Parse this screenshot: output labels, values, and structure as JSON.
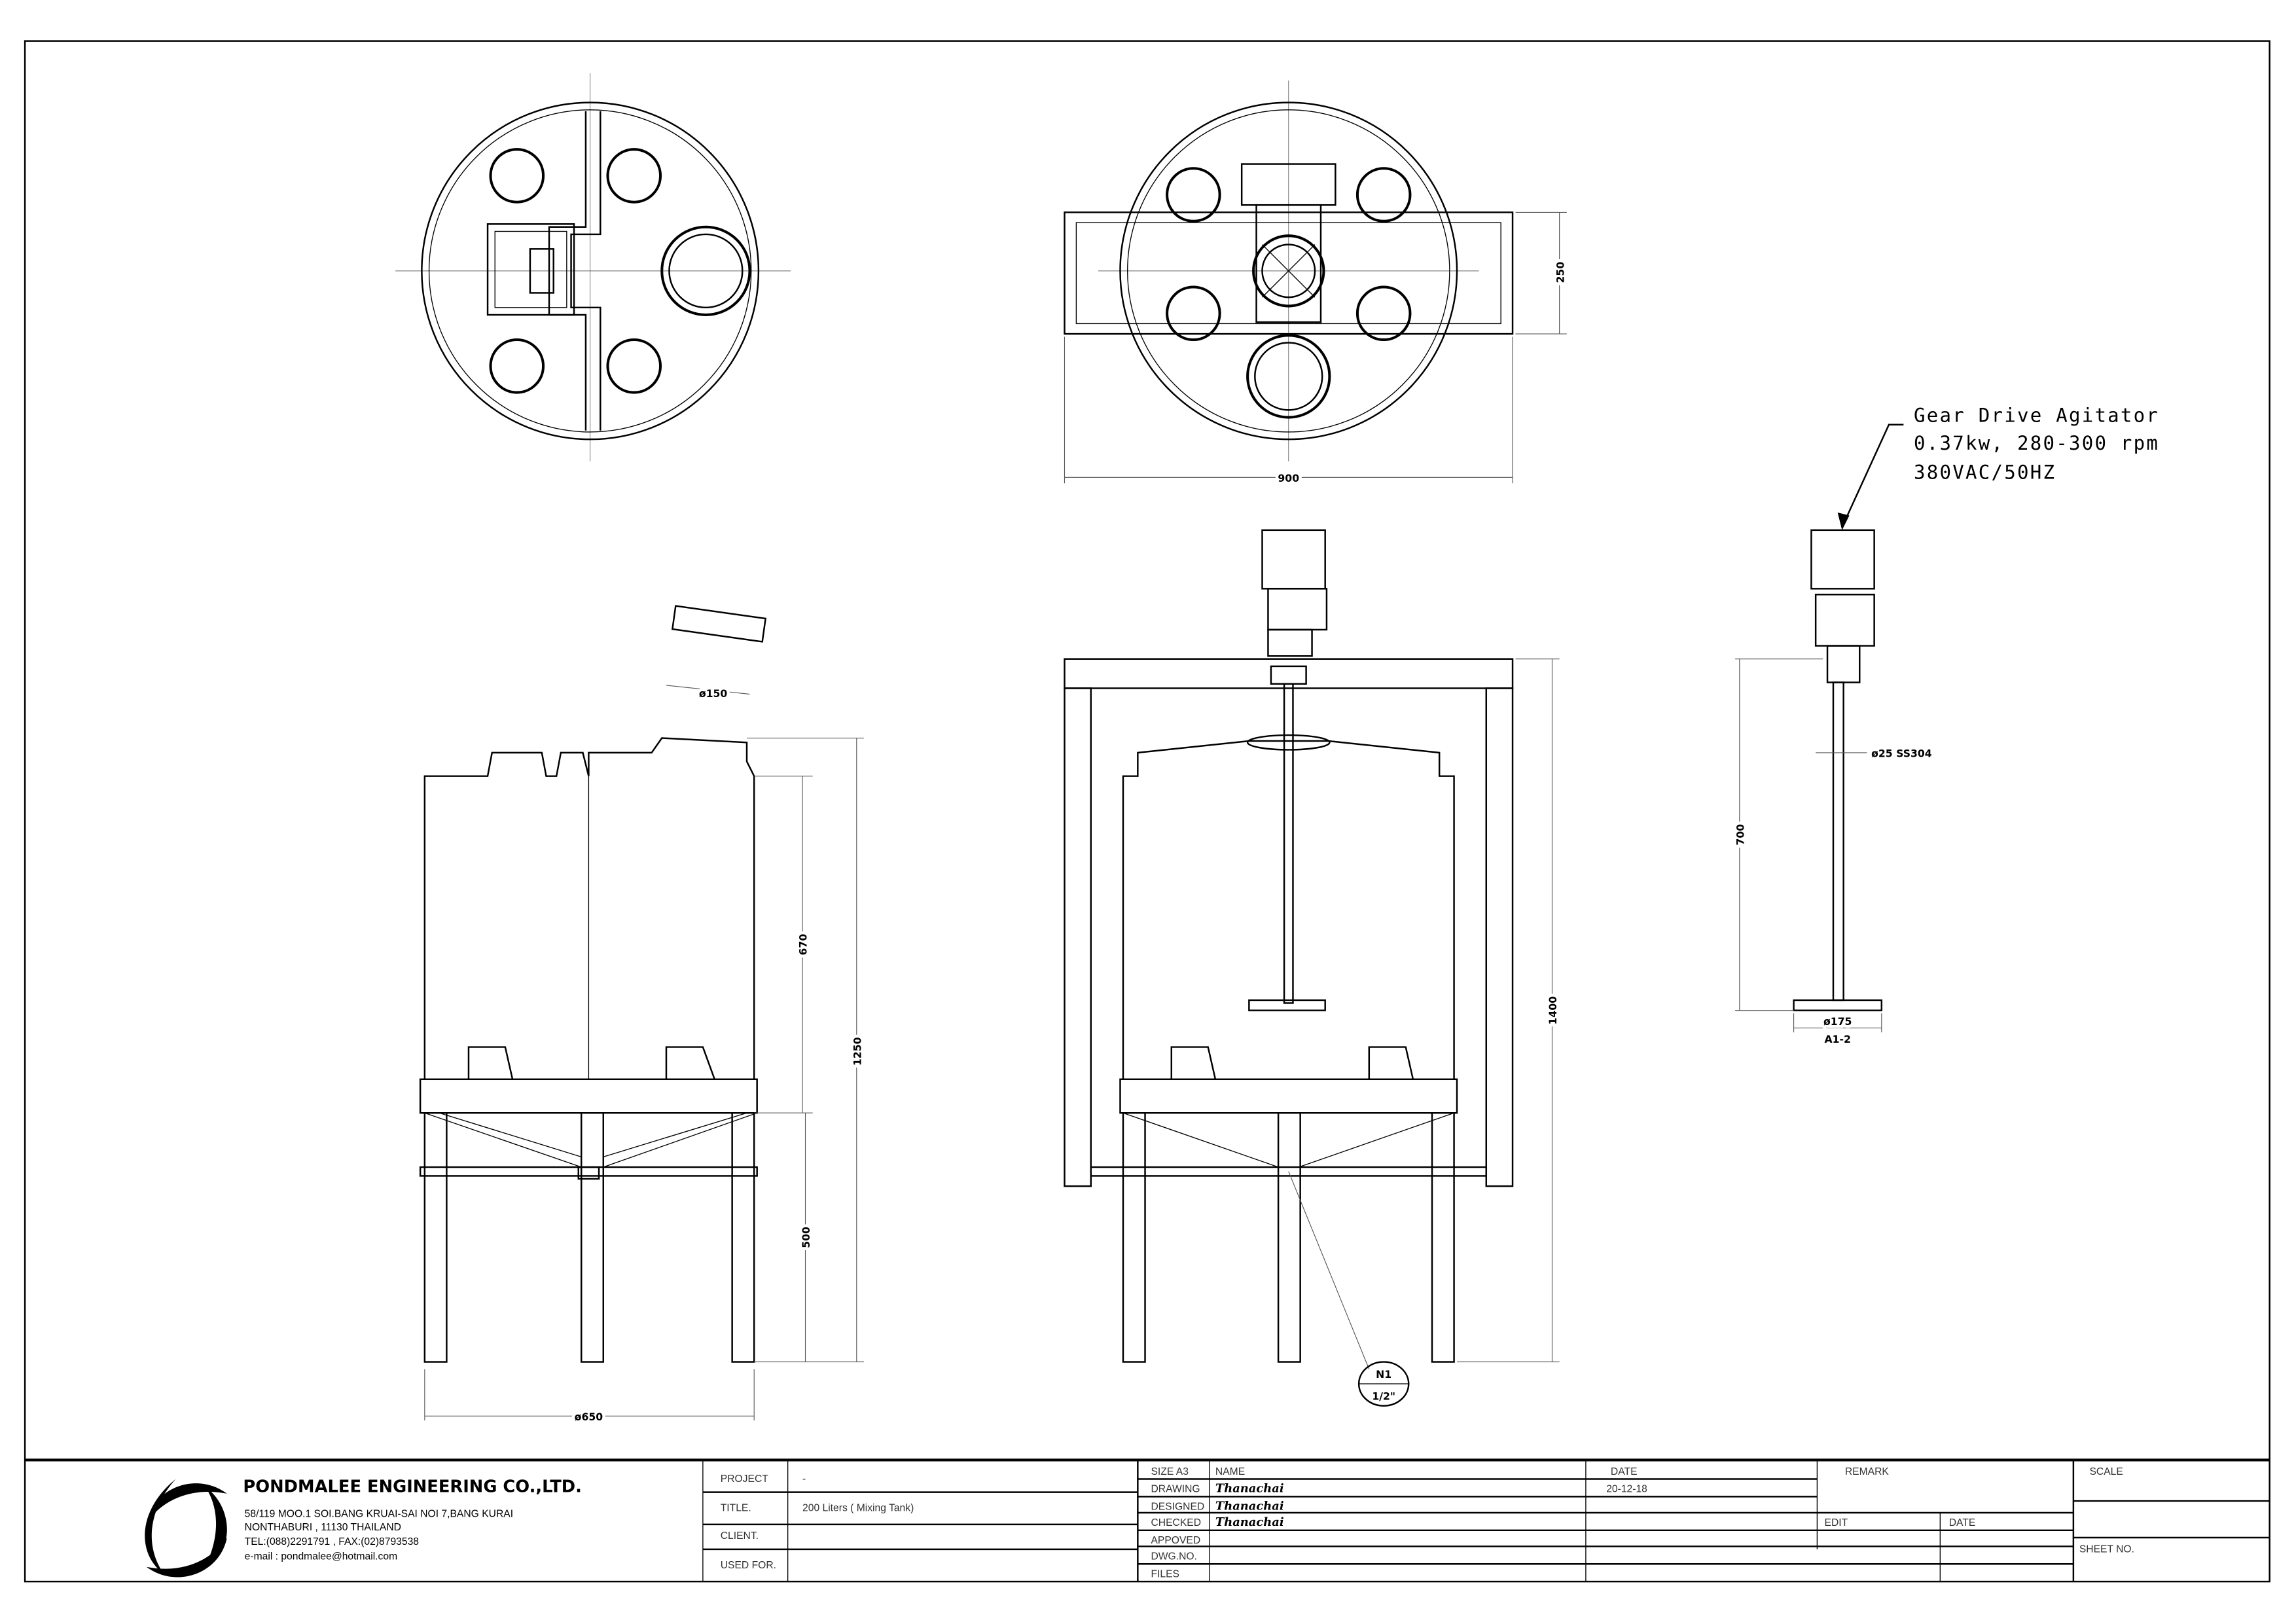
{
  "company": {
    "name": "PONDMALEE ENGINEERING CO.,LTD.",
    "address_1": "58/119 MOO.1  SOI.BANG KRUAI-SAI NOI 7,BANG KURAI",
    "address_2": "NONTHABURI , 11130  THAILAND",
    "phone": "TEL:(088)2291791 , FAX:(02)8793538",
    "email": "e-mail : pondmalee@hotmail.com"
  },
  "project_block": {
    "project_label": "PROJECT",
    "project_value": "-",
    "title_label": "TITLE.",
    "title_value": "200 Liters ( Mixing Tank)",
    "client_label": "CLIENT.",
    "client_value": "",
    "used_for_label": "USED FOR.",
    "used_for_value": ""
  },
  "approval_block": {
    "size_label": "SIZE   A3",
    "name_label": "NAME",
    "date_label": "DATE",
    "remark_label": "REMARK",
    "scale_label": "SCALE",
    "drawing_label": "DRAWING",
    "drawing_name": "Thanachai",
    "drawing_date": "20-12-18",
    "designed_label": "DESIGNED",
    "designed_name": "Thanachai",
    "checked_label": "CHECKED",
    "checked_name": "Thanachai",
    "approved_label": "APPOVED",
    "dwg_no_label": "DWG.NO.",
    "files_label": "FILES",
    "edit_label": "EDIT",
    "edit_date_label": "DATE",
    "sheet_no_label": "SHEET NO."
  },
  "dimensions": {
    "top_width": "900",
    "top_depth": "250",
    "nozzle_dia": "ø150",
    "upper_height": "670",
    "overall_height": "1250",
    "leg_height": "500",
    "tank_dia": "ø650",
    "frame_height": "1400",
    "shaft_length": "700",
    "shaft_spec": "ø25 SS304",
    "impeller_dia": "ø175",
    "impeller_type": "A1-2",
    "nozzle_tag": "N1",
    "nozzle_size": "1/2\""
  },
  "agitator_note": {
    "line_1": "Gear Drive Agitator",
    "line_2": "0.37kw, 280-300 rpm",
    "line_3": "380VAC/50HZ"
  }
}
